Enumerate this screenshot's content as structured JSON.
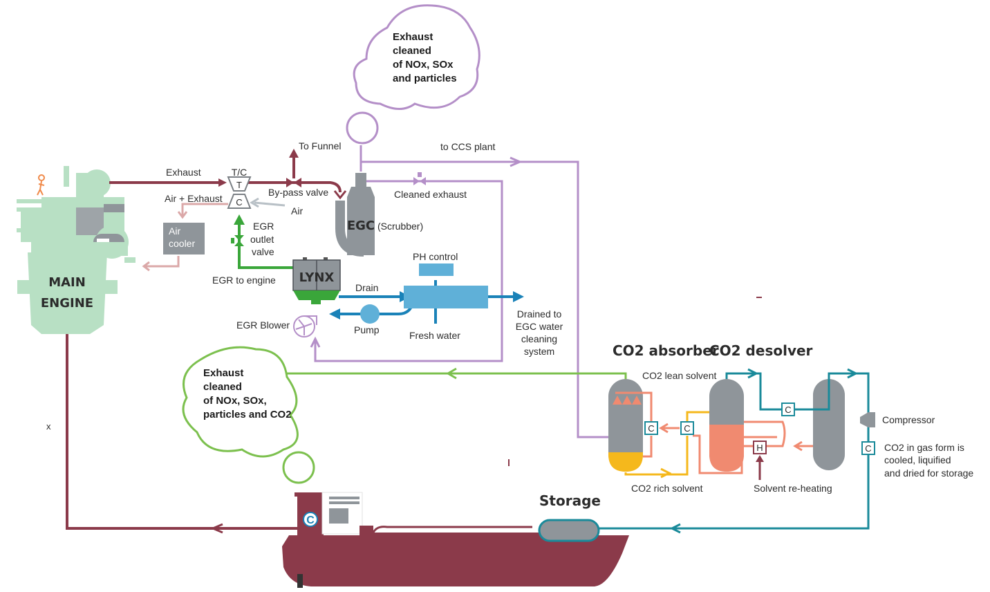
{
  "engine": {
    "line1": "MAIN",
    "line2": "ENGINE"
  },
  "labels": {
    "exhaust": "Exhaust",
    "tc": "T/C",
    "t": "T",
    "c": "C",
    "to_funnel": "To Funnel",
    "to_ccs": "to CCS plant",
    "air_exhaust": "Air + Exhaust",
    "bypass": "By-pass valve",
    "air": "Air",
    "cleaned_exhaust": "Cleaned exhaust",
    "air_cooler_1": "Air",
    "air_cooler_2": "cooler",
    "egr_valve_1": "EGR",
    "egr_valve_2": "outlet",
    "egr_valve_3": "valve",
    "egc": "EGC",
    "scrubber": "(Scrubber)",
    "egr_to_engine": "EGR to engine",
    "lynx": "LYNX",
    "ph_control": "PH control",
    "drain": "Drain",
    "pump": "Pump",
    "fresh_water": "Fresh water",
    "egr_blower": "EGR Blower",
    "drained_1": "Drained to",
    "drained_2": "EGC water",
    "drained_3": "cleaning",
    "drained_4": "system",
    "co2_absorber": "CO2 absorber",
    "co2_desolver": "CO2 desolver",
    "lean_solvent": "CO2 lean solvent",
    "rich_solvent": "CO2 rich solvent",
    "reheating": "Solvent re-heating",
    "h": "H",
    "compressor": "Compressor",
    "gas_1": "CO2 in gas form is",
    "gas_2": "cooled, liquified",
    "gas_3": "and dried for storage",
    "storage": "Storage",
    "x_mark": "x",
    "logo": "C"
  },
  "clouds": {
    "top": [
      "Exhaust",
      "cleaned",
      "of NOx, SOx",
      "and particles"
    ],
    "bottom": [
      "Exhaust",
      "cleaned",
      "of NOx, SOx,",
      "particles and CO2"
    ]
  },
  "colors": {
    "exhaust": "#8b3a4a",
    "egr": "#3aa63a",
    "cleaned": "#b48fc8",
    "water": "#1a82b8",
    "lean": "#f08a70",
    "rich": "#f5b81c",
    "co2": "#1a8a9a",
    "engine": "#b8e0c4",
    "green_line": "#7cc04e"
  }
}
